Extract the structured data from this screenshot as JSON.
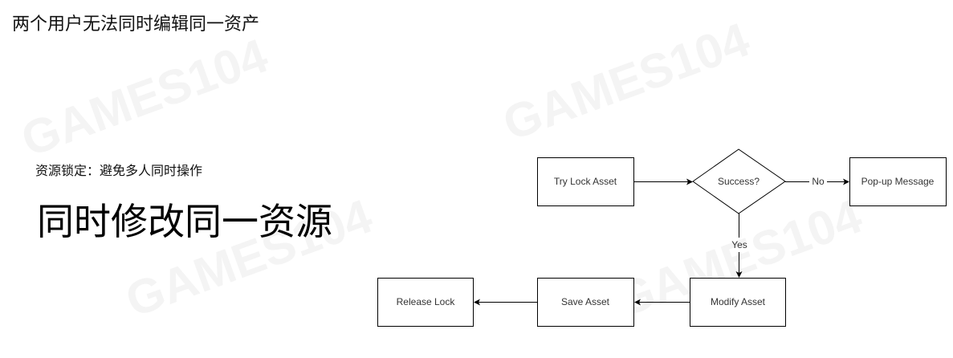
{
  "title": "两个用户无法同时编辑同一资产",
  "subtitle": "资源锁定：避免多人同时操作",
  "headline": "同时修改同一资源",
  "watermark": "GAMES104",
  "flowchart": {
    "nodes": {
      "try_lock": "Try Lock Asset",
      "success": "Success?",
      "popup": "Pop-up Message",
      "modify": "Modify Asset",
      "save": "Save Asset",
      "release": "Release Lock"
    },
    "edges": {
      "no": "No",
      "yes": "Yes"
    }
  }
}
